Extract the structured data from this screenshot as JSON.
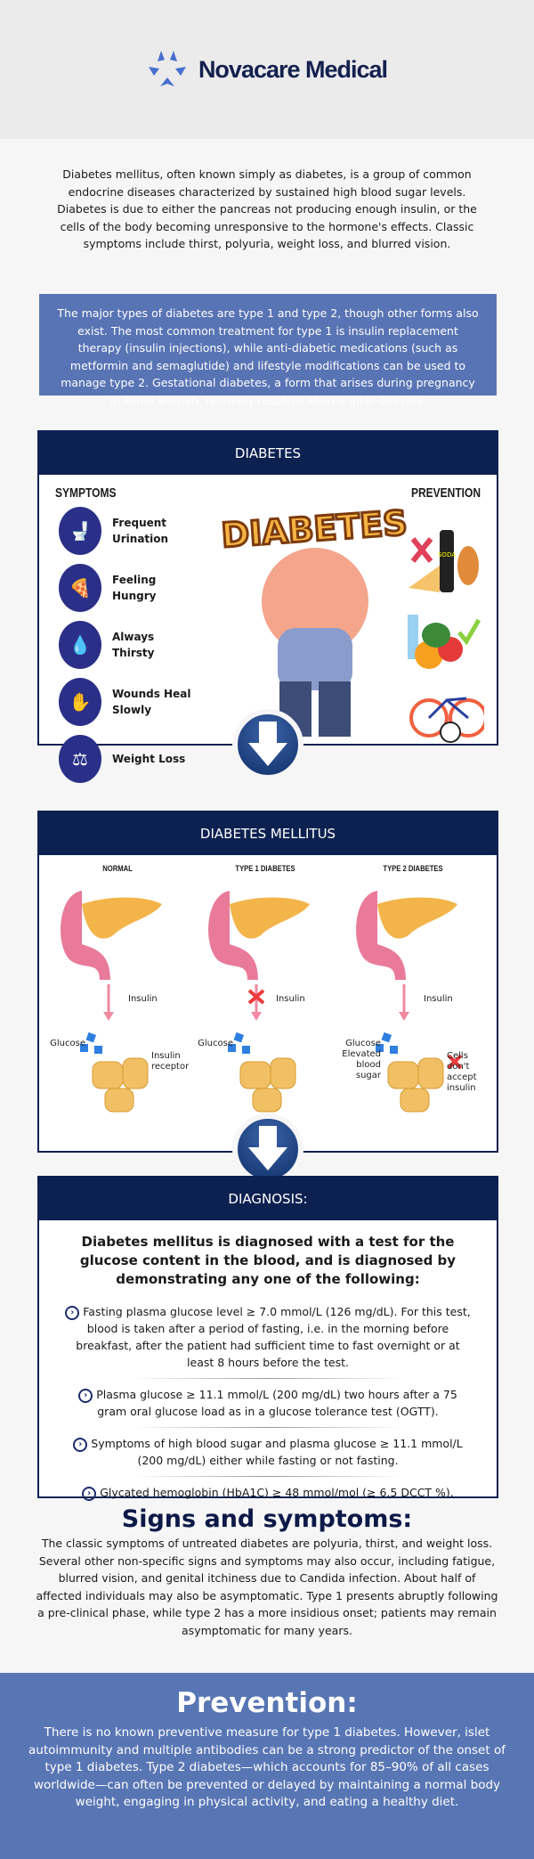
{
  "brand": {
    "name": "Novacare Medical",
    "logo_icon": "star-of-chevrons-icon"
  },
  "intro": "Diabetes mellitus, often known simply as diabetes, is a group of common endocrine diseases characterized by sustained high blood sugar levels. Diabetes is due to either the pancreas not producing enough insulin, or the cells of the body becoming unresponsive to the hormone's effects. Classic symptoms include thirst, polyuria, weight loss, and blurred vision.",
  "types_box": "The major types of diabetes are type 1 and type 2, though other forms also exist. The most common treatment for type 1 is insulin replacement therapy (insulin injections), while anti-diabetic medications (such as metformin and semaglutide) and lifestyle modifications can be used to manage type 2. Gestational diabetes, a form that arises during pregnancy in some women, normally resolves shortly after delivery.",
  "panel1": {
    "title": "DIABETES",
    "symptoms_label": "SYMPTOMS",
    "prevention_label": "PREVENTION",
    "art_title": "DIABETES",
    "symptoms": [
      "Frequent Urination",
      "Feeling Hungry",
      "Always Thirsty",
      "Wounds Heal Slowly",
      "Weight Loss"
    ],
    "soda_label": "SODA"
  },
  "panel2": {
    "title": "DIABETES MELLITUS",
    "columns": [
      {
        "heading": "NORMAL",
        "insulin": "Insulin",
        "left": "Glucose",
        "right": "Insulin receptor"
      },
      {
        "heading": "TYPE 1 DIABETES",
        "insulin": "Insulin",
        "left": "Glucose",
        "right": ""
      },
      {
        "heading": "TYPE 2 DIABETES",
        "insulin": "Insulin",
        "left": "Glucose Elevated blood sugar",
        "right": "Cells don't accept insulin"
      }
    ]
  },
  "panel3": {
    "title": "DIAGNOSIS:",
    "lead": "Diabetes mellitus is diagnosed with a test for the glucose content in the blood, and is diagnosed by demonstrating any one of the following:",
    "items": [
      "Fasting plasma glucose level ≥ 7.0 mmol/L (126 mg/dL). For this test, blood is taken after a period of fasting, i.e. in the morning before breakfast, after the patient had sufficient time to fast overnight or at least 8 hours before the test.",
      "Plasma glucose ≥ 11.1 mmol/L (200 mg/dL) two hours after a 75 gram oral glucose load as in a glucose tolerance test (OGTT).",
      "Symptoms of high blood sugar and plasma glucose ≥ 11.1 mmol/L (200 mg/dL) either while fasting or not fasting.",
      "Glycated hemoglobin (HbA1C) ≥ 48 mmol/mol (≥ 6.5 DCCT %)."
    ]
  },
  "signs": {
    "title": "Signs and symptoms:",
    "text": "The classic symptoms of untreated diabetes are polyuria, thirst, and weight loss. Several other non-specific signs and symptoms may also occur, including fatigue, blurred vision, and genital itchiness due to Candida infection. About half of affected individuals may also be asymptomatic. Type 1 presents abruptly following a pre-clinical phase, while type 2 has a more insidious onset; patients may remain asymptomatic for many years."
  },
  "prevention": {
    "title": "Prevention:",
    "text": "There is no known preventive measure for type 1 diabetes. However, islet autoimmunity and multiple antibodies can be a strong predictor of the onset of type 1 diabetes. Type 2 diabetes—which accounts for 85–90% of all cases worldwide—can often be prevented or delayed by maintaining a normal body weight, engaging in physical activity, and eating a healthy diet."
  },
  "colors": {
    "navy": "#0d2150",
    "blue_box": "#5874b4",
    "header_bg": "#ebebec"
  }
}
